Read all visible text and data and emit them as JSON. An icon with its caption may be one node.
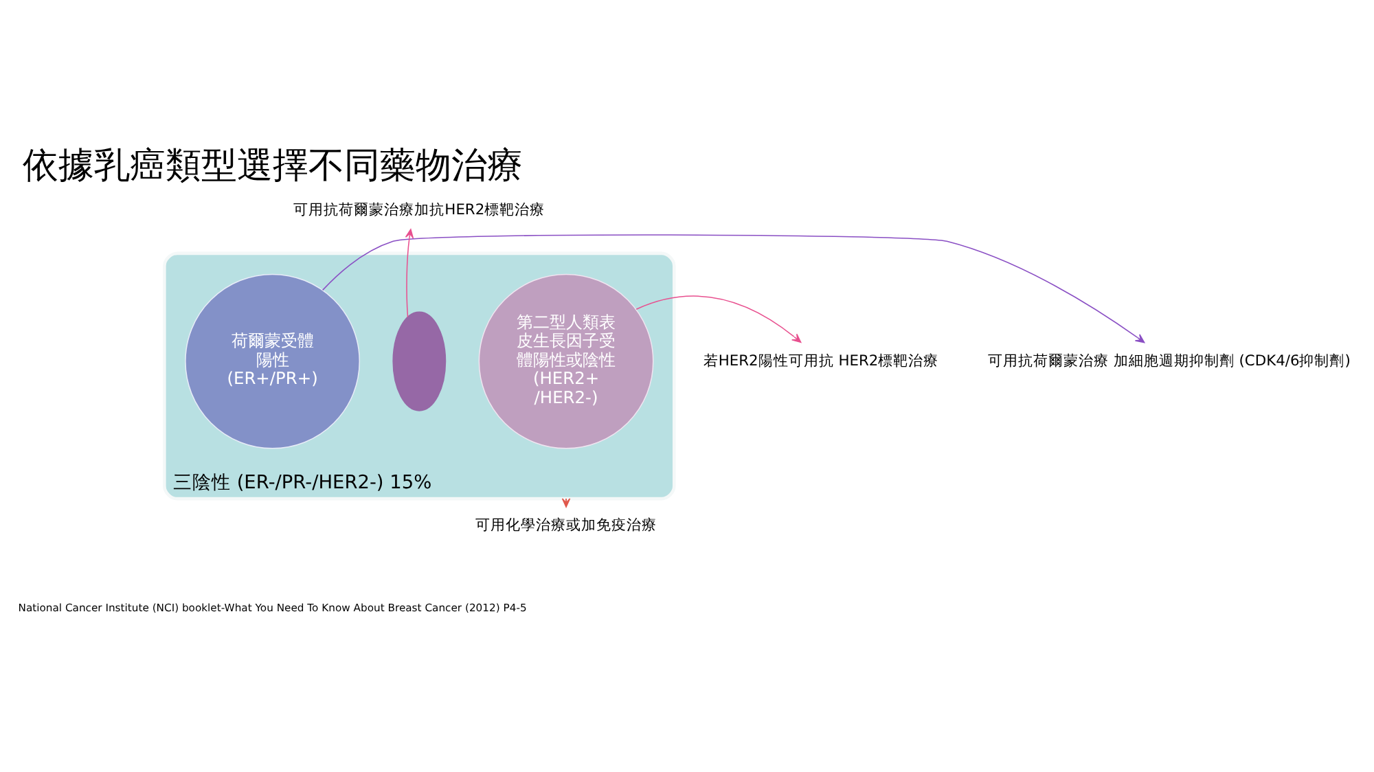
{
  "diagram": {
    "title": "依據乳癌類型選擇不同藥物治療",
    "nodes": [
      {
        "text": [
          "三陰性 (ER-/PR-/HER2-) 15%"
        ]
      },
      {
        "text": [
          "荷爾蒙受體陽性 (ER+/PR+)"
        ],
        "in": 0
      },
      {
        "text": [],
        "shape": "ellipse",
        "in": 0
      },
      {
        "text": [
          "第二型人類表皮生長因子受體陽性或陰性 (HER2+ /HER2-)"
        ],
        "in": 0
      },
      {
        "text": [
          "可用抗荷爾蒙治療加抗HER2標靶治療"
        ]
      },
      {
        "text": [
          "若HER2陽性可用抗 HER2標靶治療"
        ]
      },
      {
        "text": [
          "可用抗荷爾蒙治療 加細胞週期抑制劑 (CDK4/6抑制劑)"
        ]
      },
      {
        "text": [
          "可用化學治療或加免疫治療"
        ]
      }
    ],
    "edges": [
      {
        "from": 2,
        "to": 4,
        "arrow": "to"
      },
      {
        "from": 3,
        "to": 5,
        "arrow": "to"
      },
      {
        "from": 1,
        "to": 6,
        "arrow": "to",
        "color": "#8a4fc4"
      },
      {
        "from": 0,
        "to": 7,
        "arrow": "to",
        "color": "#e0584c"
      }
    ],
    "labels": [
      "National Cancer Institute (NCI) booklet-What You Need To Know About Breast Cancer (2012) P4-5"
    ]
  }
}
